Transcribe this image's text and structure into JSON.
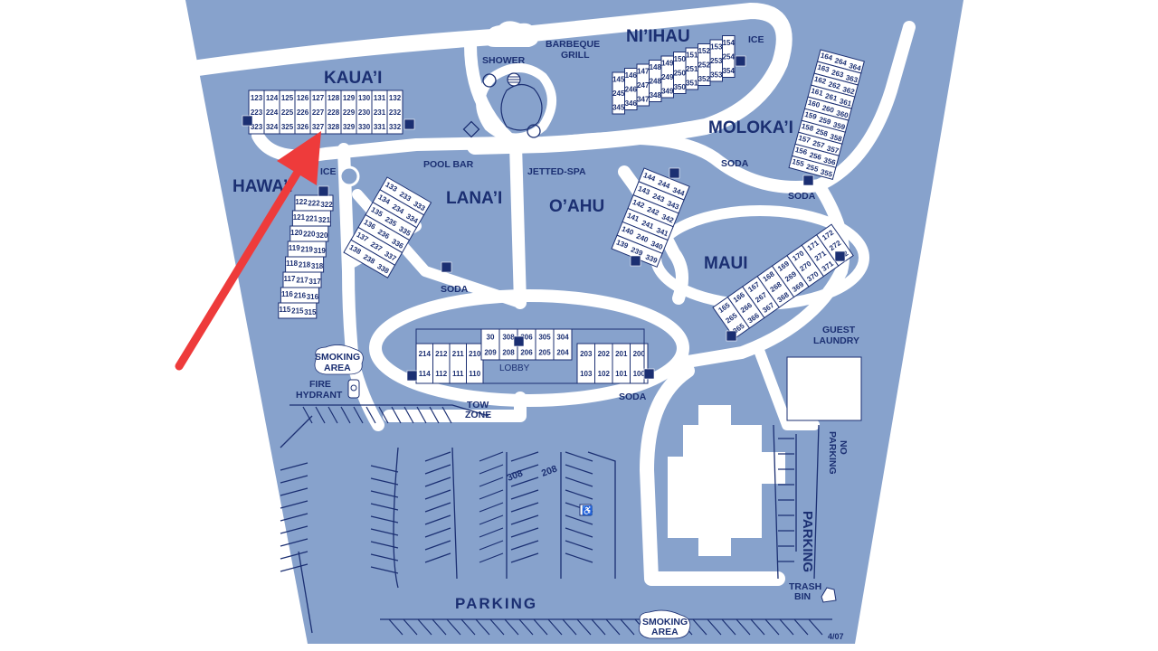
{
  "areas": {
    "kauai": "KAUA’I",
    "niihau": "NI’IHAU",
    "molokai": "MOLOKA’I",
    "hawaii": "HAWA’I",
    "lanai": "LANA’I",
    "oahu": "O’AHU",
    "maui": "MAUI"
  },
  "amenities": {
    "shower": "SHOWER",
    "barbeque": "BARBEQUE",
    "grill": "GRILL",
    "pool_bar": "POOL BAR",
    "jetted_spa": "JETTED-SPA",
    "ice_hawaii": "ICE",
    "ice_niihau": "ICE",
    "soda_lanai": "SODA",
    "soda_oahu": "SODA",
    "soda_molokai": "SODA",
    "soda_lobby": "SODA",
    "lobby": "LOBBY",
    "smoking_area_top": [
      "SMOKING",
      "AREA"
    ],
    "smoking_area_bottom": [
      "SMOKING",
      "AREA"
    ],
    "fire_hydrant": [
      "FIRE",
      "HYDRANT"
    ],
    "tow_zone": [
      "TOW",
      "ZONE"
    ],
    "guest_laundry": [
      "GUEST",
      "LAUNDRY"
    ],
    "no_parking": [
      "NO",
      "PARKING"
    ],
    "parking_right": "PARKING",
    "parking_bottom": "PARKING",
    "trash_bin": [
      "TRASH",
      "BIN"
    ],
    "lot_308": "308",
    "lot_208": "208",
    "revision": "4/07"
  },
  "buildings": {
    "kauai": [
      [
        "123",
        "223",
        "323"
      ],
      [
        "124",
        "224",
        "324"
      ],
      [
        "125",
        "225",
        "325"
      ],
      [
        "126",
        "226",
        "326"
      ],
      [
        "127",
        "227",
        "327"
      ],
      [
        "128",
        "228",
        "328"
      ],
      [
        "129",
        "229",
        "329"
      ],
      [
        "130",
        "230",
        "330"
      ],
      [
        "131",
        "231",
        "331"
      ],
      [
        "132",
        "232",
        "332"
      ]
    ],
    "niihau": [
      [
        "145",
        "245",
        "345"
      ],
      [
        "146",
        "246",
        "346"
      ],
      [
        "147",
        "247",
        "347"
      ],
      [
        "148",
        "248",
        "348"
      ],
      [
        "149",
        "249",
        "349"
      ],
      [
        "150",
        "250",
        "350"
      ],
      [
        "151",
        "251",
        "351"
      ],
      [
        "152",
        "252",
        "352"
      ],
      [
        "153",
        "253",
        "353"
      ],
      [
        "154",
        "254",
        "354"
      ]
    ],
    "hawaii": [
      [
        "122",
        "222",
        "322"
      ],
      [
        "121",
        "221",
        "321"
      ],
      [
        "120",
        "220",
        "320"
      ],
      [
        "119",
        "219",
        "319"
      ],
      [
        "118",
        "218",
        "318"
      ],
      [
        "117",
        "217",
        "317"
      ],
      [
        "116",
        "216",
        "316"
      ],
      [
        "115",
        "215",
        "315"
      ]
    ],
    "lanai": [
      [
        "133",
        "233",
        "333"
      ],
      [
        "134",
        "234",
        "334"
      ],
      [
        "135",
        "235",
        "335"
      ],
      [
        "136",
        "236",
        "336"
      ],
      [
        "137",
        "237",
        "337"
      ],
      [
        "138",
        "238",
        "338"
      ]
    ],
    "oahu": [
      [
        "144",
        "244",
        "344"
      ],
      [
        "143",
        "243",
        "343"
      ],
      [
        "142",
        "242",
        "342"
      ],
      [
        "141",
        "241",
        "341"
      ],
      [
        "140",
        "240",
        "340"
      ],
      [
        "139",
        "239",
        "339"
      ]
    ],
    "molokai": [
      [
        "164",
        "264",
        "364"
      ],
      [
        "163",
        "263",
        "363"
      ],
      [
        "162",
        "262",
        "362"
      ],
      [
        "161",
        "261",
        "361"
      ],
      [
        "160",
        "260",
        "360"
      ],
      [
        "159",
        "259",
        "359"
      ],
      [
        "158",
        "258",
        "358"
      ],
      [
        "157",
        "257",
        "357"
      ],
      [
        "156",
        "256",
        "356"
      ],
      [
        "155",
        "255",
        "355"
      ]
    ],
    "maui": [
      [
        "165",
        "265",
        "365"
      ],
      [
        "166",
        "266",
        "366"
      ],
      [
        "167",
        "267",
        "367"
      ],
      [
        "168",
        "268",
        "368"
      ],
      [
        "169",
        "269",
        "369"
      ],
      [
        "170",
        "270",
        "370"
      ],
      [
        "171",
        "271",
        "371"
      ],
      [
        "172",
        "272",
        "372"
      ]
    ],
    "lobby_left": [
      [
        "214",
        "114"
      ],
      [
        "212",
        "112"
      ],
      [
        "211",
        "111"
      ],
      [
        "210",
        "110"
      ]
    ],
    "lobby_center": [
      [
        "30",
        "209"
      ],
      [
        "308",
        "208"
      ],
      [
        "306",
        "206"
      ],
      [
        "305",
        "205"
      ],
      [
        "304",
        "204"
      ]
    ],
    "lobby_right": [
      [
        "203",
        "103"
      ],
      [
        "202",
        "102"
      ],
      [
        "201",
        "101"
      ],
      [
        "200",
        "100"
      ]
    ]
  },
  "colors": {
    "ground": "#87a2cc",
    "ink": "#1b2f72",
    "road": "#ffffff",
    "arrow": "#ee3b3b"
  }
}
